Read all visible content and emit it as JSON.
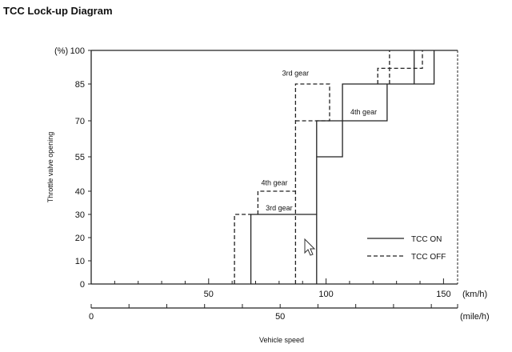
{
  "title": "TCC Lock-up Diagram",
  "chart_data": {
    "type": "line",
    "title": "TCC Lock-up Diagram",
    "xlabel": "Vehicle speed",
    "ylabel": "Throttle valve opening",
    "y_unit": "(%)",
    "x_unit_kmh": "(km/h)",
    "x_unit_mph": "(mile/h)",
    "xlim_kmh": [
      0,
      156
    ],
    "y_ticks": [
      0,
      10,
      20,
      30,
      40,
      55,
      70,
      85,
      100
    ],
    "x_tick_labels_kmh": [
      "50",
      "100",
      "150"
    ],
    "x_tick_labels_mph": [
      "0",
      "50"
    ],
    "annotations": [
      {
        "text": "3rd gear",
        "x": 87,
        "y": 88
      },
      {
        "text": "4th gear",
        "x": 116,
        "y": 72
      },
      {
        "text": "4th gear",
        "x": 78,
        "y": 42
      },
      {
        "text": "3rd gear",
        "x": 80,
        "y": 31
      }
    ],
    "legend": {
      "position": "bottom-right",
      "entries": [
        {
          "name": "TCC ON",
          "style": "solid"
        },
        {
          "name": "TCC OFF",
          "style": "dashed"
        }
      ]
    },
    "series": [
      {
        "name": "TCC ON",
        "style": "solid",
        "segments": [
          [
            [
              68,
              0
            ],
            [
              68,
              30
            ],
            [
              96,
              30
            ],
            [
              96,
              70
            ],
            [
              126,
              70
            ],
            [
              126,
              85
            ]
          ],
          [
            [
              96,
              0
            ],
            [
              96,
              30
            ]
          ],
          [
            [
              96,
              55
            ],
            [
              107,
              55
            ],
            [
              107,
              85
            ],
            [
              146,
              85
            ],
            [
              146,
              100
            ]
          ],
          [
            [
              137.5,
              85
            ],
            [
              137.5,
              100
            ]
          ]
        ]
      },
      {
        "name": "TCC OFF",
        "style": "dashed",
        "segments": [
          [
            [
              61,
              0
            ],
            [
              61,
              30
            ],
            [
              68,
              30
            ]
          ],
          [
            [
              71,
              30
            ],
            [
              71,
              40
            ],
            [
              87,
              40
            ]
          ],
          [
            [
              87,
              0
            ],
            [
              87,
              85
            ],
            [
              101.5,
              85
            ],
            [
              101.5,
              70
            ],
            [
              87,
              70
            ]
          ],
          [
            [
              122,
              85
            ],
            [
              122,
              92
            ],
            [
              141,
              92
            ],
            [
              141,
              100
            ]
          ],
          [
            [
              127,
              85
            ],
            [
              127,
              100
            ]
          ]
        ]
      }
    ]
  }
}
